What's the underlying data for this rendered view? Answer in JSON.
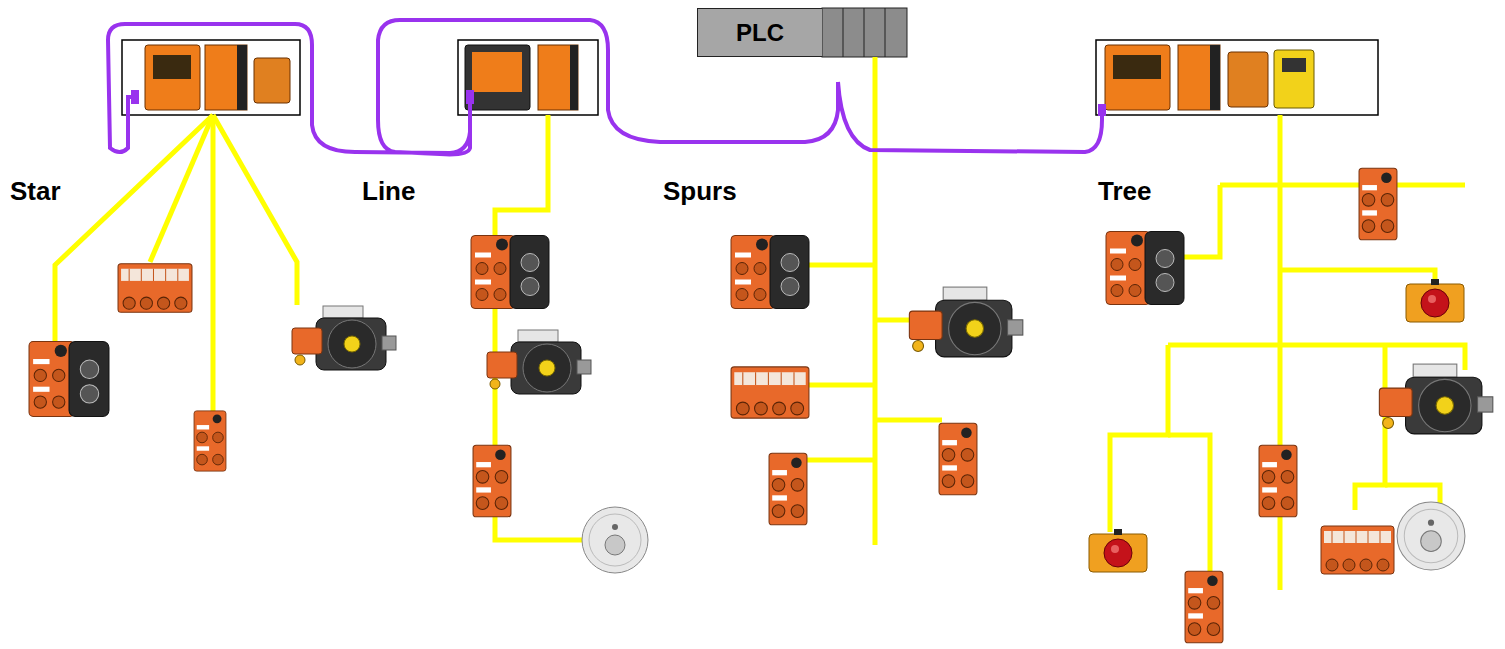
{
  "diagram": {
    "nodes": [
      {
        "text": [
          "PLC"
        ]
      }
    ],
    "labels": [
      "Star",
      "Line",
      "Spurs",
      "Tree"
    ]
  }
}
